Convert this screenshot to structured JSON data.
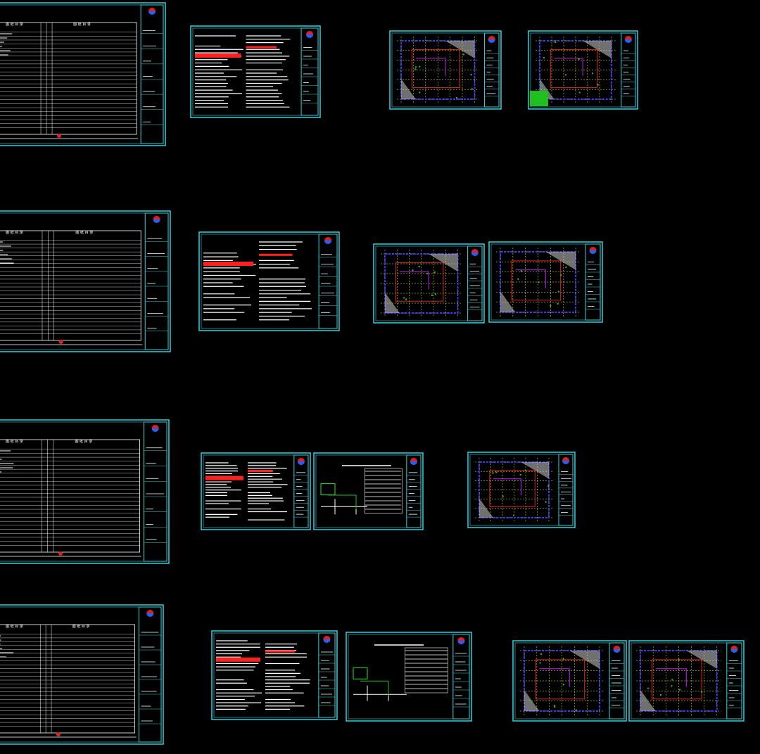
{
  "app": {
    "title": "",
    "background": "#000000",
    "frame_color": "#2fd3e0",
    "line_color": "#ffffff",
    "note_color": "#ff2020",
    "wall_color": "#ffff00",
    "grid_color": "#3a3aff",
    "pipe_color": "#c020ff",
    "fill_color": "#20c020"
  },
  "sheets": [
    {
      "name": "drawing-index-sheet-1",
      "kind": "index",
      "header_left": "图 纸 目 录",
      "header_right": "图 纸 目 录"
    },
    {
      "name": "design-notes-sheet-1",
      "kind": "notes"
    },
    {
      "name": "floor-plan-sheet-1a",
      "kind": "plan"
    },
    {
      "name": "floor-plan-sheet-1b",
      "kind": "plan",
      "legend": true
    },
    {
      "name": "drawing-index-sheet-2",
      "kind": "index",
      "header_left": "图 纸 目 录",
      "header_right": "图 纸 目 录"
    },
    {
      "name": "design-notes-sheet-2",
      "kind": "notes"
    },
    {
      "name": "floor-plan-sheet-2a",
      "kind": "plan"
    },
    {
      "name": "floor-plan-sheet-2b",
      "kind": "plan"
    },
    {
      "name": "drawing-index-sheet-3",
      "kind": "index",
      "header_left": "图 纸 目 录",
      "header_right": "图 纸 目 录"
    },
    {
      "name": "design-notes-sheet-3",
      "kind": "notes"
    },
    {
      "name": "system-diagram-sheet-3",
      "kind": "diagram"
    },
    {
      "name": "floor-plan-sheet-3",
      "kind": "plan"
    },
    {
      "name": "drawing-index-sheet-4",
      "kind": "index",
      "header_left": "图 纸 目 录",
      "header_right": "图 纸 目 录"
    },
    {
      "name": "design-notes-sheet-4",
      "kind": "notes"
    },
    {
      "name": "system-diagram-sheet-4",
      "kind": "diagram"
    },
    {
      "name": "floor-plan-sheet-4a",
      "kind": "plan"
    },
    {
      "name": "floor-plan-sheet-4b",
      "kind": "plan"
    }
  ]
}
